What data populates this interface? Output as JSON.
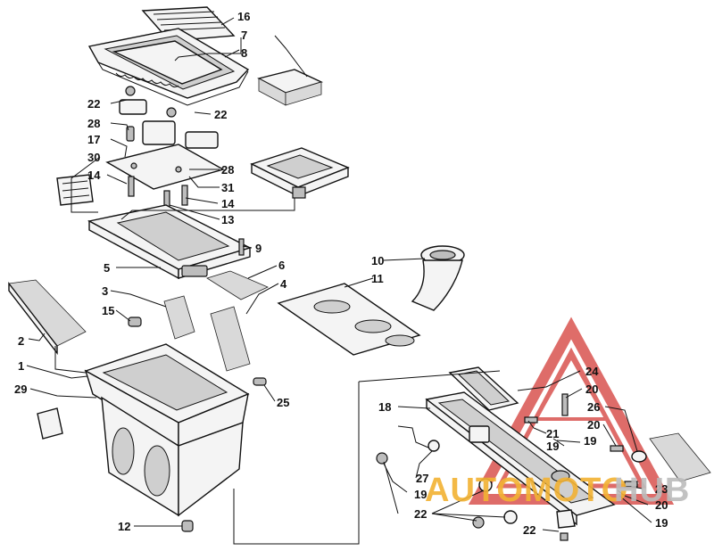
{
  "diagram": {
    "callouts": [
      {
        "id": "c16",
        "text": "16"
      },
      {
        "id": "c7",
        "text": "7"
      },
      {
        "id": "c8",
        "text": "8"
      },
      {
        "id": "c22a",
        "text": "22"
      },
      {
        "id": "c22b",
        "text": "22"
      },
      {
        "id": "c28a",
        "text": "28"
      },
      {
        "id": "c17",
        "text": "17"
      },
      {
        "id": "c30",
        "text": "30"
      },
      {
        "id": "c14a",
        "text": "14"
      },
      {
        "id": "c28b",
        "text": "28"
      },
      {
        "id": "c31",
        "text": "31"
      },
      {
        "id": "c14b",
        "text": "14"
      },
      {
        "id": "c13",
        "text": "13"
      },
      {
        "id": "c9",
        "text": "9"
      },
      {
        "id": "c5",
        "text": "5"
      },
      {
        "id": "c6",
        "text": "6"
      },
      {
        "id": "c10",
        "text": "10"
      },
      {
        "id": "c11",
        "text": "11"
      },
      {
        "id": "c3",
        "text": "3"
      },
      {
        "id": "c4",
        "text": "4"
      },
      {
        "id": "c15",
        "text": "15"
      },
      {
        "id": "c2",
        "text": "2"
      },
      {
        "id": "c1",
        "text": "1"
      },
      {
        "id": "c29",
        "text": "29"
      },
      {
        "id": "c25",
        "text": "25"
      },
      {
        "id": "c24",
        "text": "24"
      },
      {
        "id": "c20a",
        "text": "20"
      },
      {
        "id": "c18",
        "text": "18"
      },
      {
        "id": "c26",
        "text": "26"
      },
      {
        "id": "c20b",
        "text": "20"
      },
      {
        "id": "c21",
        "text": "21"
      },
      {
        "id": "c19a",
        "text": "19"
      },
      {
        "id": "c19b",
        "text": "19"
      },
      {
        "id": "c27",
        "text": "27"
      },
      {
        "id": "c19c",
        "text": "19"
      },
      {
        "id": "c23",
        "text": "23"
      },
      {
        "id": "c20c",
        "text": "20"
      },
      {
        "id": "c22c",
        "text": "22"
      },
      {
        "id": "c19d",
        "text": "19"
      },
      {
        "id": "c12",
        "text": "12"
      },
      {
        "id": "c22d",
        "text": "22"
      }
    ]
  },
  "watermark": {
    "word_a": "AUTOMOTO",
    "word_b": "HUB",
    "color_a": "#f2b233",
    "color_b": "#bcbcbc",
    "triangle_color": "#d9534f"
  }
}
